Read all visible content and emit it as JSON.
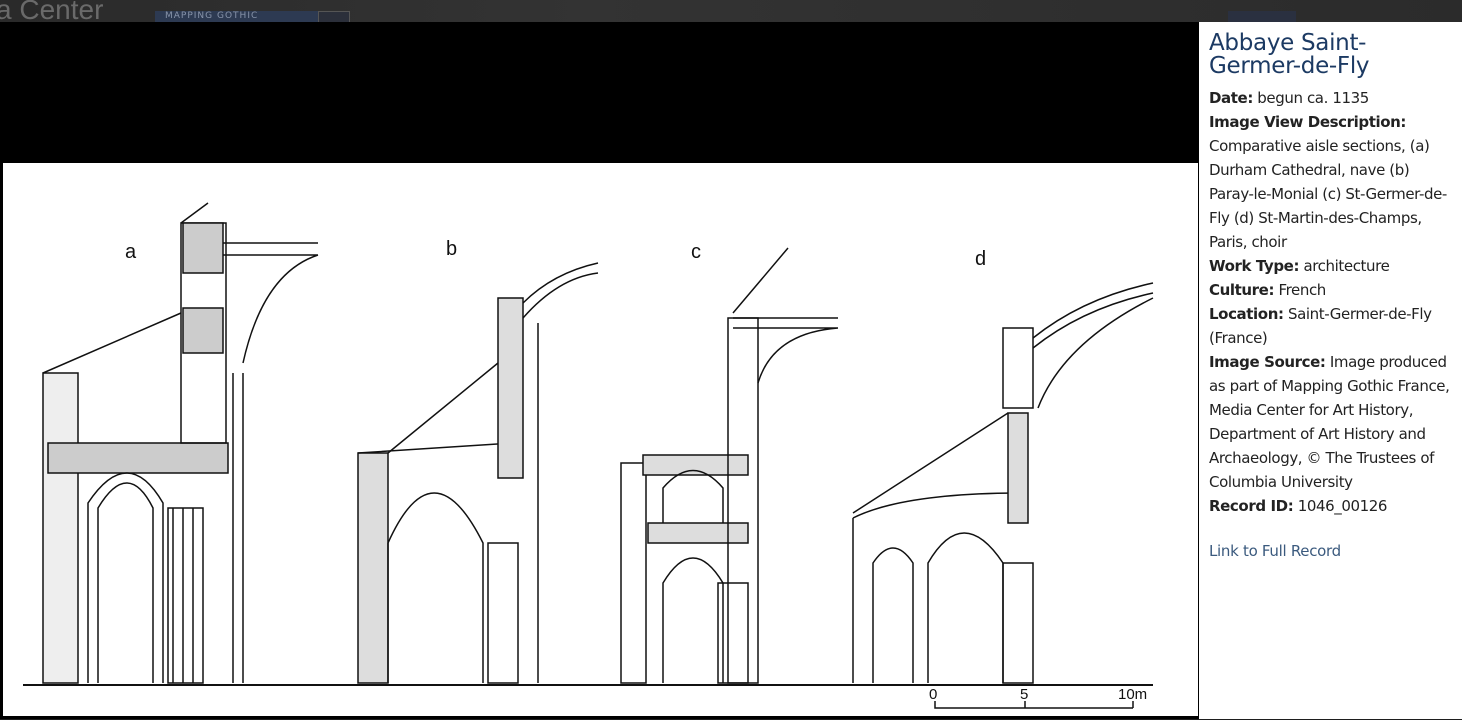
{
  "background": {
    "site_title": "a Center",
    "nav_button": "MAPPING GOTHIC"
  },
  "image": {
    "labels": [
      "a",
      "b",
      "c",
      "d"
    ],
    "scale": {
      "ticks": [
        "0",
        "5",
        "10m"
      ]
    }
  },
  "record": {
    "title": "Abbaye Saint-Germer-de-Fly",
    "fields": [
      {
        "label": "Date:",
        "value": "begun ca. 1135"
      },
      {
        "label": "Image View Description:",
        "value": "Comparative aisle sections, (a) Durham Cathedral, nave (b) Paray-le-Monial (c) St-Germer-de-Fly (d) St-Martin-des-Champs, Paris, choir"
      },
      {
        "label": "Work Type:",
        "value": "architecture"
      },
      {
        "label": "Culture:",
        "value": "French"
      },
      {
        "label": "Location:",
        "value": "Saint-Germer-de-Fly (France)"
      },
      {
        "label": "Image Source:",
        "value": "Image produced as part of Mapping Gothic France, Media Center for Art History, Department of Art History and Archaeology, © The Trustees of Columbia University"
      },
      {
        "label": "Record ID:",
        "value": "1046_00126"
      }
    ],
    "link_label": "Link to Full Record",
    "link_color": "#3b5a7e",
    "title_color": "#1c3a63"
  }
}
